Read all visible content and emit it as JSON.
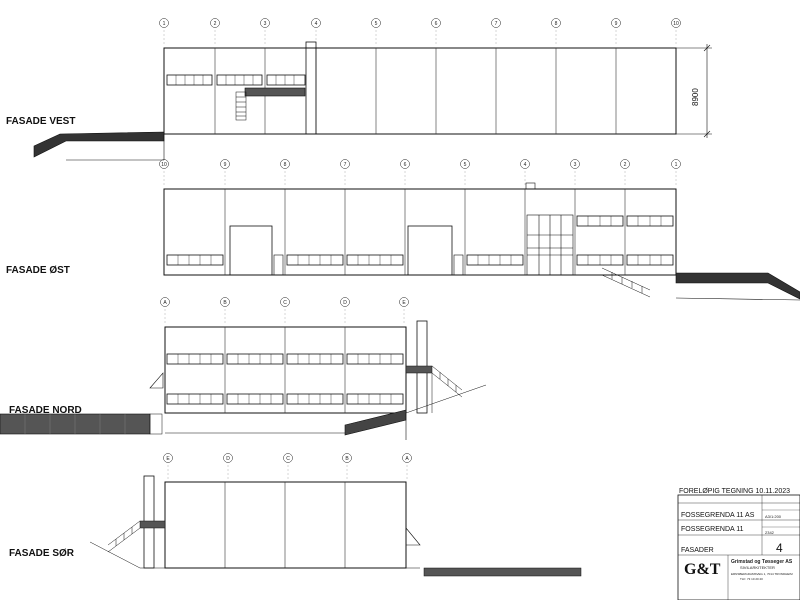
{
  "facades": [
    {
      "id": "vest",
      "label": "FASADE VEST",
      "grid": [
        "1",
        "2",
        "3",
        "4",
        "5",
        "6",
        "7",
        "8",
        "9",
        "10"
      ]
    },
    {
      "id": "ost",
      "label": "FASADE ØST",
      "grid": [
        "10",
        "9",
        "8",
        "7",
        "6",
        "5",
        "4",
        "3",
        "2",
        "1"
      ]
    },
    {
      "id": "nord",
      "label": "FASADE NORD",
      "grid": [
        "A",
        "B",
        "C",
        "D",
        "E"
      ]
    },
    {
      "id": "sor",
      "label": "FASADE SØR",
      "grid": [
        "E",
        "D",
        "C",
        "B",
        "A"
      ]
    }
  ],
  "dimension": {
    "height": "8900"
  },
  "title_block": {
    "status": "FORELØPIG TEGNING 10.11.2023",
    "client": "FOSSEGRENDA 11 AS",
    "project": "FOSSEGRENDA 11",
    "sheet_title": "FASADER",
    "sheet_number": "4",
    "scale": "A3/1:200",
    "drawing_no": "2342",
    "logo": "G&T",
    "firm": "Grimstad og Tøsseger AS",
    "firm_sub": "SIVILARKITEKTER",
    "firm_address": "ERNSBERGDAMSVEG 1, 7014 TRONDHEIM",
    "firm_phone": "TLF: 73 10 20 20"
  }
}
